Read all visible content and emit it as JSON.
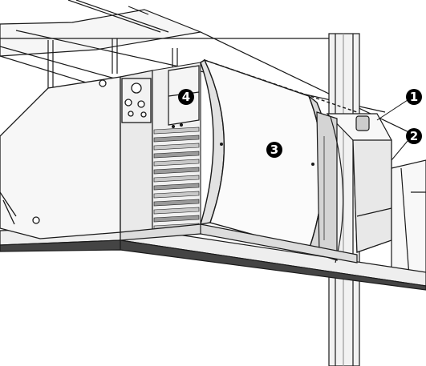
{
  "diagram": {
    "colors": {
      "line": "#1a1a1a",
      "panel_light": "#f4f4f4",
      "panel_shade": "#d9d9d9",
      "louver_dark": "#8a8a8a",
      "callout_fill": "#000000",
      "callout_text": "#ffffff",
      "background": "#ffffff"
    },
    "callouts": [
      {
        "id": "callout-1",
        "label": "1"
      },
      {
        "id": "callout-2",
        "label": "2"
      },
      {
        "id": "callout-3",
        "label": "3"
      },
      {
        "id": "callout-4",
        "label": "4"
      }
    ]
  }
}
